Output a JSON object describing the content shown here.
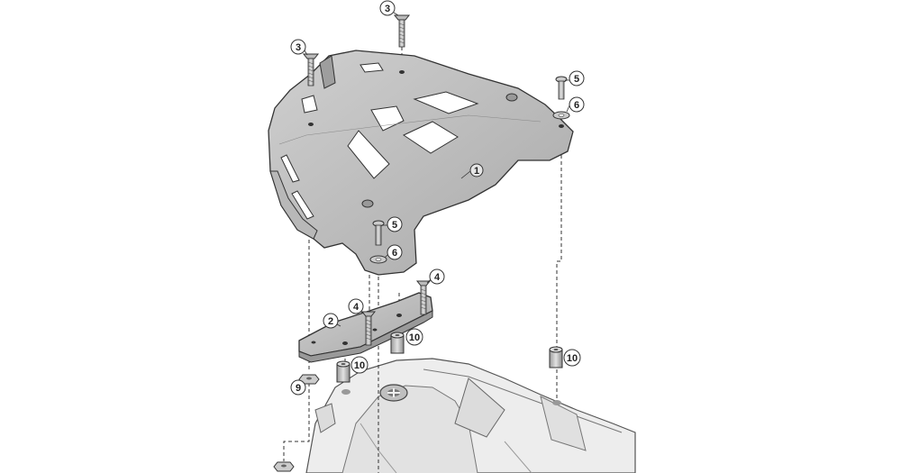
{
  "diagram": {
    "callouts": [
      {
        "id": "screw-top",
        "label": "3"
      },
      {
        "id": "screw-left",
        "label": "3"
      },
      {
        "id": "bolt-right",
        "label": "5"
      },
      {
        "id": "washer-right",
        "label": "6"
      },
      {
        "id": "plate",
        "label": "1"
      },
      {
        "id": "bolt-mid",
        "label": "5"
      },
      {
        "id": "washer-mid",
        "label": "6"
      },
      {
        "id": "screw-bracket-right",
        "label": "4"
      },
      {
        "id": "screw-bracket-left",
        "label": "4"
      },
      {
        "id": "bracket",
        "label": "2"
      },
      {
        "id": "spacer-mid",
        "label": "10"
      },
      {
        "id": "spacer-left",
        "label": "10"
      },
      {
        "id": "spacer-right",
        "label": "10"
      },
      {
        "id": "nut",
        "label": "9"
      }
    ]
  }
}
